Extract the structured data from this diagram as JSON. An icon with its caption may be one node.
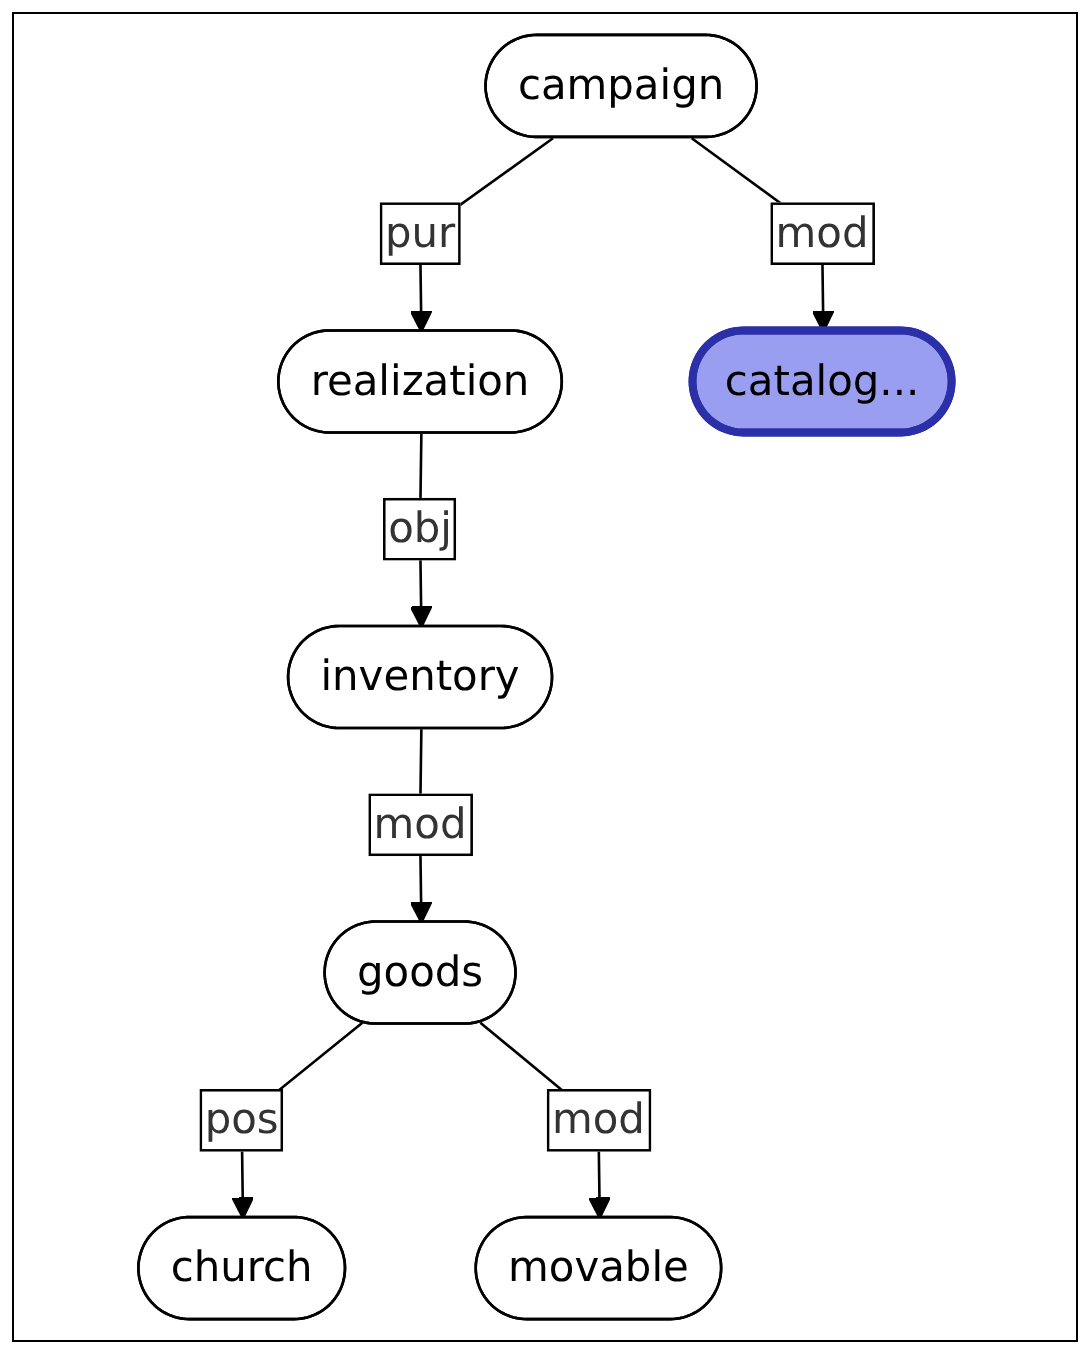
{
  "diagram": {
    "nodes": [
      {
        "text": [
          "campaign"
        ]
      },
      {
        "text": [
          "realization"
        ]
      },
      {
        "text": [
          "catalog..."
        ]
      },
      {
        "text": [
          "inventory"
        ]
      },
      {
        "text": [
          "goods"
        ]
      },
      {
        "text": [
          "church"
        ]
      },
      {
        "text": [
          "movable"
        ]
      }
    ],
    "edges": [
      {
        "from": 0,
        "to": 1,
        "arrow": "to",
        "label": "pur"
      },
      {
        "from": 0,
        "to": 2,
        "arrow": "to",
        "label": "mod"
      },
      {
        "from": 1,
        "to": 3,
        "arrow": "to",
        "label": "obj"
      },
      {
        "from": 3,
        "to": 4,
        "arrow": "to",
        "label": "mod"
      },
      {
        "from": 4,
        "to": 5,
        "arrow": "to",
        "label": "pos"
      },
      {
        "from": 4,
        "to": 6,
        "arrow": "to",
        "label": "mod"
      }
    ]
  }
}
